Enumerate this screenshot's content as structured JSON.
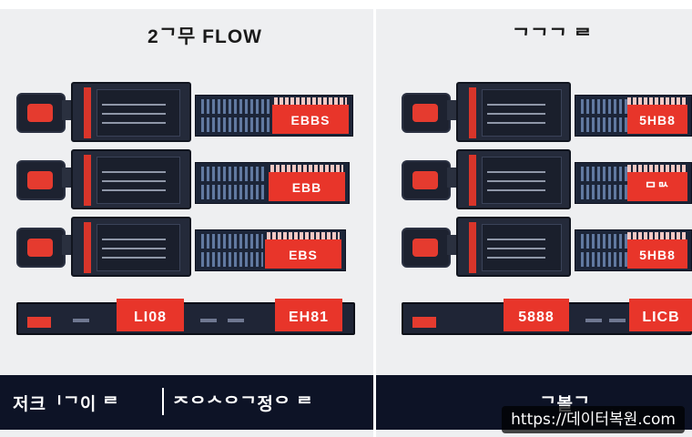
{
  "panels": {
    "left": {
      "title": "2ᄀ무 FLOW",
      "units": [
        {
          "tag": "EBBS"
        },
        {
          "tag": "EBB"
        },
        {
          "tag": "EBS"
        }
      ],
      "bar_label_a": "LI08",
      "bar_label_b": "EH81",
      "footer_a": "저크ᅵᄀ이 ᄅ",
      "footer_b": "ᄌᄋᄉᄋᄀ정ᄋ ᄅ"
    },
    "right": {
      "title": "ᄀᄀᄀ ᄅ",
      "units": [
        {
          "tag": "5HB8"
        },
        {
          "tag": "ᄆᄆᄉ"
        },
        {
          "tag": "5HB8"
        }
      ],
      "bar_label_a": "5888",
      "bar_label_b": "LICB",
      "footer_a": "ᄀ볼ᄀ"
    }
  },
  "watermark": "https://데이터복원.com",
  "colors": {
    "accent_red": "#e8352a",
    "navy": "#0d1326",
    "device_body": "#242a3a"
  }
}
